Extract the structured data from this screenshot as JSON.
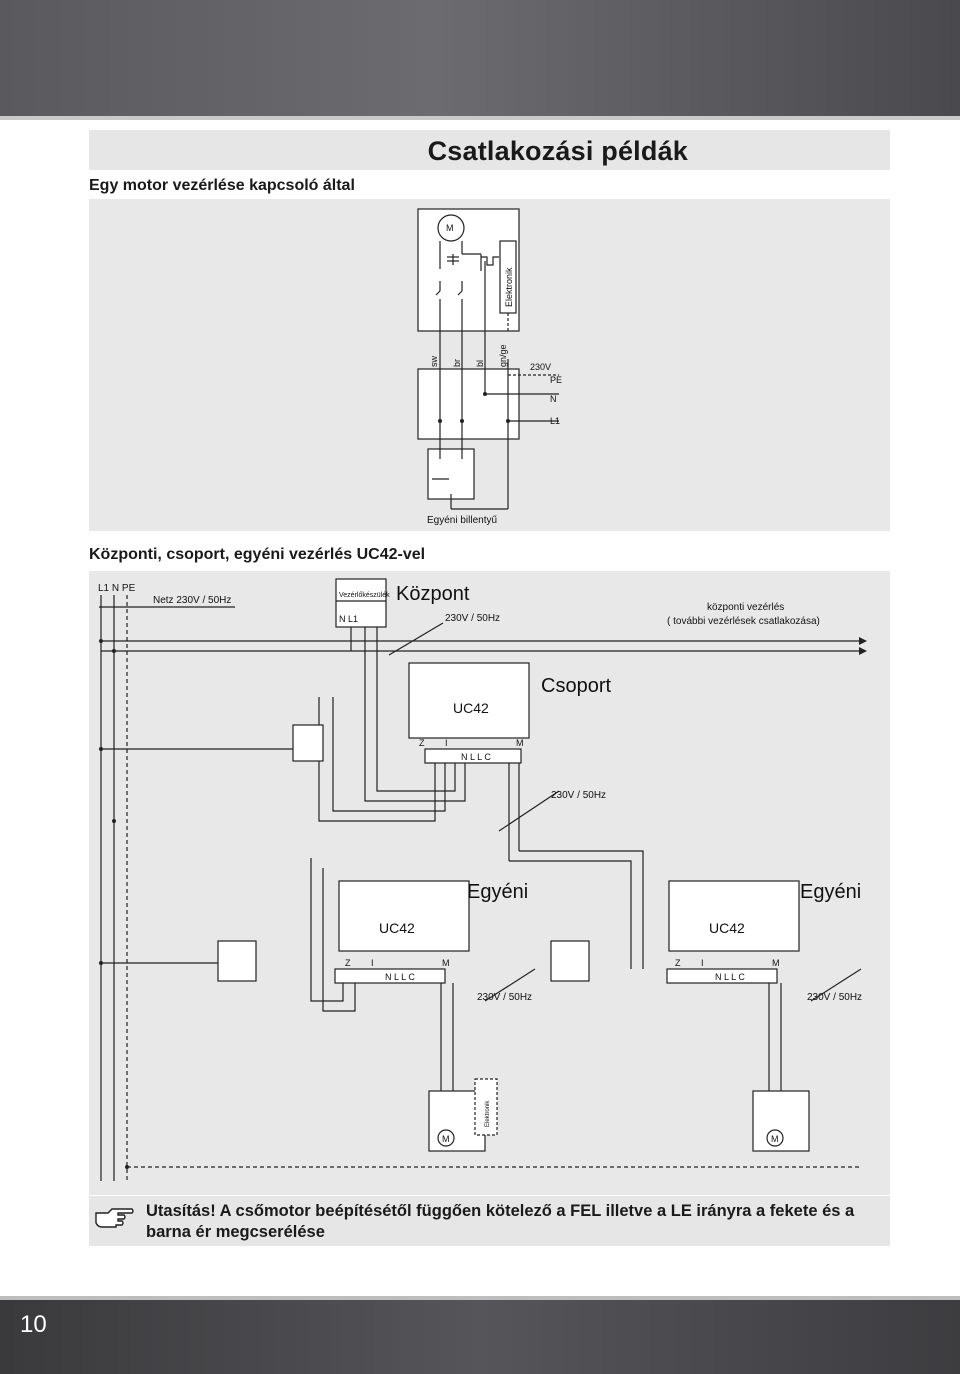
{
  "page": {
    "title": "Csatlakozási példák",
    "page_number": "10"
  },
  "section1": {
    "heading": "Egy motor vezérlése kapcsoló által",
    "motor_label": "M",
    "electronics_label": "Elektronik",
    "wire_labels": [
      "sw",
      "br",
      "bl",
      "gn/ge"
    ],
    "supply_voltage": "230V",
    "supply_lines": [
      "PE",
      "N",
      "L1"
    ],
    "switch_caption": "Egyéni billentyű"
  },
  "section2": {
    "heading": "Központi, csoport, egyéni vezérlés UC42-vel",
    "mains_lines": "L1 N PE",
    "mains_supply": "Netz 230V / 50Hz",
    "control_device": "Vezérlőkészülék",
    "control_terminals": "N L1",
    "central_label": "Központ",
    "central_supply": "230V / 50Hz",
    "central_note_line1": "központi vezérlés",
    "central_note_line2": "( további vezérlések csatlakozása)",
    "group_label": "Csoport",
    "unit_model": "UC42",
    "terminal_groups": {
      "z": "Z",
      "i": "I",
      "m": "M"
    },
    "terminals_nllc": "N L L C",
    "group_supply": "230V / 50Hz",
    "individual_label": "Egyéni",
    "individual_supply": "230V / 50Hz",
    "motor_label": "M",
    "electronics_label": "Elektronik"
  },
  "note": {
    "text": "Utasítás! A csőmotor beépítésétől függően kötelező a FEL illetve a LE irányra a fekete és a barna ér megcserélése",
    "icon": "pointing-hand-icon"
  }
}
